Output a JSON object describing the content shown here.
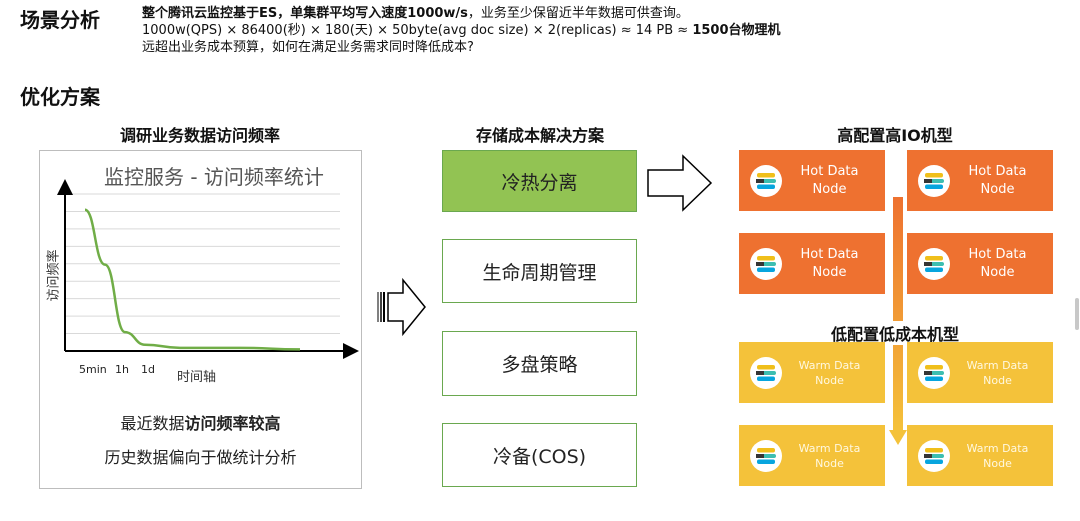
{
  "section_scenario": {
    "title": "场景分析",
    "line1_bold": "整个腾讯云监控基于ES，单集群平均写入速度1000w/s",
    "line1_rest": "，业务至少保留近半年数据可供查询。",
    "line2_text": "1000w(QPS) × 86400(秒) × 180(天) × 50byte(avg doc size) × 2(replicas) ≈  14 PB  ≈ ",
    "line2_bold": "1500台物理机",
    "line3": "远超出业务成本预算，如何在满足业务需求同时降低成本?"
  },
  "section_optimize": {
    "title": "优化方案"
  },
  "research": {
    "title": "调研业务数据访问频率",
    "chart_title": "监控服务 - 访问频率统计",
    "ylabel": "访问频率",
    "xlabel": "时间轴",
    "tick_5min": "5min",
    "tick_1h": "1h",
    "tick_1d": "1d",
    "caption1_plain": "最近数据",
    "caption1_bold": "访问频率较高",
    "caption2": "历史数据偏向于做统计分析"
  },
  "chart_data": {
    "type": "line",
    "title": "监控服务 - 访问频率统计",
    "xlabel": "时间轴",
    "ylabel": "访问频率",
    "x_tick_labels": [
      "5min",
      "1h",
      "1d"
    ],
    "grid": true,
    "y_ticks_shown": false,
    "line_color": "#70ad47",
    "series": [
      {
        "values": [
          0.9,
          0.55,
          0.12,
          0.04,
          0.02,
          0.02,
          0.01
        ]
      }
    ]
  },
  "solutions": {
    "title": "存储成本解决方案",
    "items": [
      {
        "label": "冷热分离"
      },
      {
        "label": "生命周期管理"
      },
      {
        "label": "多盘策略"
      },
      {
        "label": "冷备(COS)"
      }
    ]
  },
  "nodes": {
    "high_title": "高配置高IO机型",
    "low_title": "低配置低成本机型",
    "hot_line1": "Hot Data",
    "hot_line2": "Node",
    "warm_line1": "Warm Data",
    "warm_line2": "Node"
  },
  "colors": {
    "hot": "#ee7130",
    "warm": "#f4c23a",
    "highlight_green": "#92c353",
    "chart_line": "#70ad47"
  }
}
